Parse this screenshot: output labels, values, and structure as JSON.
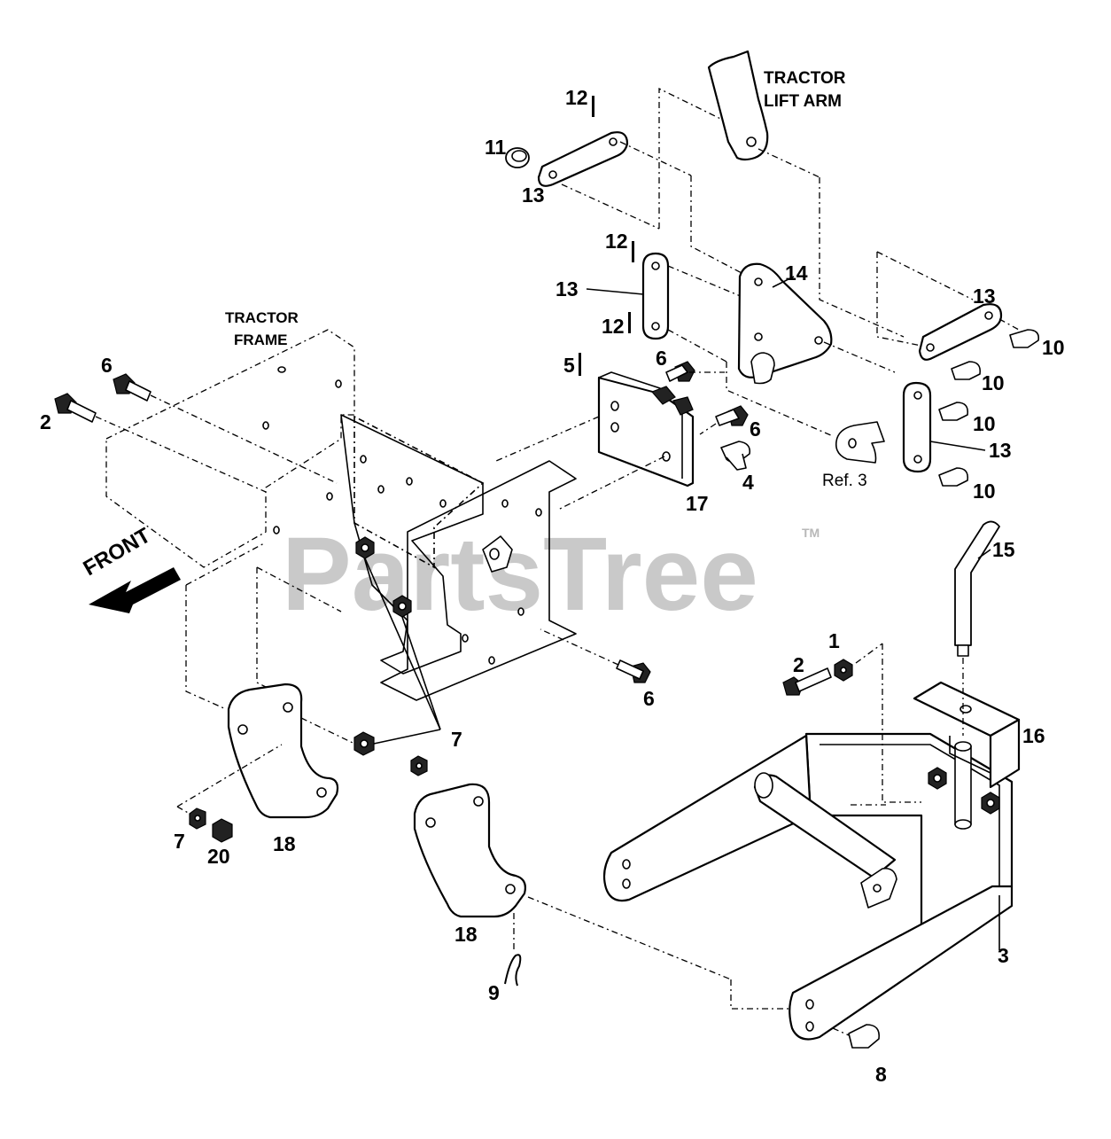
{
  "diagram": {
    "labels": {
      "tractor_lift_arm_1": "TRACTOR",
      "tractor_lift_arm_2": "LIFT ARM",
      "tractor_frame_1": "TRACTOR",
      "tractor_frame_2": "FRAME",
      "front": "FRONT",
      "ref3": "Ref. 3"
    },
    "callouts": {
      "c1": "1",
      "c2a": "2",
      "c2b": "2",
      "c3": "3",
      "c4": "4",
      "c5": "5",
      "c6a": "6",
      "c6b": "6",
      "c6c": "6",
      "c6d": "6",
      "c7a": "7",
      "c7b": "7",
      "c8": "8",
      "c9": "9",
      "c10a": "10",
      "c10b": "10",
      "c10c": "10",
      "c10d": "10",
      "c11": "11",
      "c12a": "12",
      "c12b": "12",
      "c12c": "12",
      "c13a": "13",
      "c13b": "13",
      "c13c": "13",
      "c13d": "13",
      "c14": "14",
      "c15": "15",
      "c16": "16",
      "c17": "17",
      "c18a": "18",
      "c18b": "18",
      "c20": "20"
    },
    "watermark": {
      "text": "PartsTree",
      "tm": "TM"
    }
  }
}
